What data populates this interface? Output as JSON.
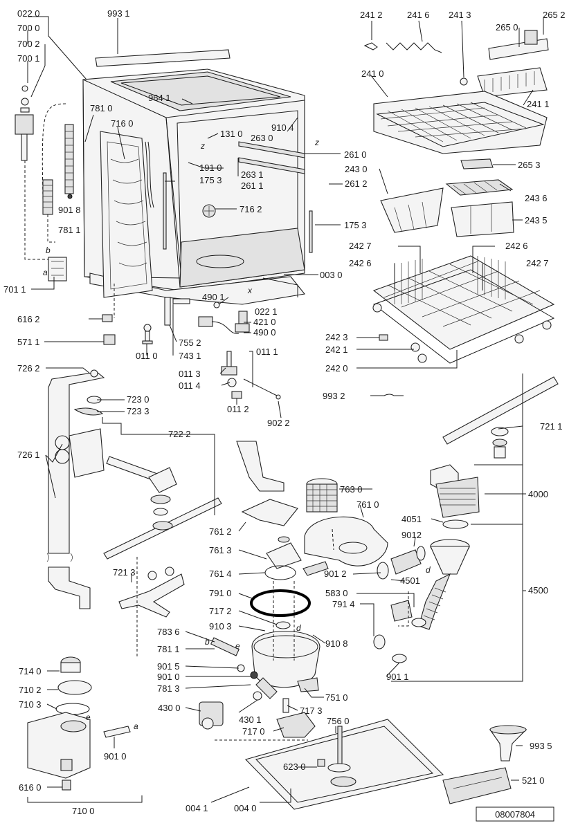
{
  "document_number": "08007804",
  "callouts": [
    {
      "id": "022-0",
      "text": "022 0"
    },
    {
      "id": "993-1",
      "text": "993 1"
    },
    {
      "id": "700-0",
      "text": "700 0"
    },
    {
      "id": "700-2",
      "text": "700 2"
    },
    {
      "id": "700-1",
      "text": "700 1"
    },
    {
      "id": "781-0",
      "text": "781 0"
    },
    {
      "id": "964-1",
      "text": "964 1"
    },
    {
      "id": "716-0",
      "text": "716 0"
    },
    {
      "id": "131-0",
      "text": "131 0"
    },
    {
      "id": "910-4",
      "text": "910 4"
    },
    {
      "id": "263-0",
      "text": "263 0"
    },
    {
      "id": "261-0",
      "text": "261 0"
    },
    {
      "id": "191-0",
      "text": "191 0"
    },
    {
      "id": "175-3a",
      "text": "175 3"
    },
    {
      "id": "263-1",
      "text": "263 1"
    },
    {
      "id": "261-1",
      "text": "261 1"
    },
    {
      "id": "261-2",
      "text": "261 2"
    },
    {
      "id": "901-8",
      "text": "901 8"
    },
    {
      "id": "781-1a",
      "text": "781 1"
    },
    {
      "id": "716-2",
      "text": "716 2"
    },
    {
      "id": "175-3b",
      "text": "175 3"
    },
    {
      "id": "701-1",
      "text": "701 1"
    },
    {
      "id": "003-0",
      "text": "003 0"
    },
    {
      "id": "490-1",
      "text": "490 1"
    },
    {
      "id": "022-1",
      "text": "022 1"
    },
    {
      "id": "421-0",
      "text": "421 0"
    },
    {
      "id": "490-0",
      "text": "490 0"
    },
    {
      "id": "616-2",
      "text": "616 2"
    },
    {
      "id": "571-1",
      "text": "571 1"
    },
    {
      "id": "755-2",
      "text": "755 2"
    },
    {
      "id": "743-1",
      "text": "743 1"
    },
    {
      "id": "011-0",
      "text": "011 0"
    },
    {
      "id": "011-1",
      "text": "011 1"
    },
    {
      "id": "011-3",
      "text": "011 3"
    },
    {
      "id": "011-4",
      "text": "011 4"
    },
    {
      "id": "011-2",
      "text": "011 2"
    },
    {
      "id": "902-2",
      "text": "902 2"
    },
    {
      "id": "241-2",
      "text": "241 2"
    },
    {
      "id": "241-6",
      "text": "241 6"
    },
    {
      "id": "241-3",
      "text": "241 3"
    },
    {
      "id": "265-2",
      "text": "265 2"
    },
    {
      "id": "265-0",
      "text": "265 0"
    },
    {
      "id": "241-0",
      "text": "241 0"
    },
    {
      "id": "241-1",
      "text": "241 1"
    },
    {
      "id": "265-3",
      "text": "265 3"
    },
    {
      "id": "243-0",
      "text": "243 0"
    },
    {
      "id": "243-6",
      "text": "243 6"
    },
    {
      "id": "243-5",
      "text": "243 5"
    },
    {
      "id": "242-7a",
      "text": "242 7"
    },
    {
      "id": "242-6a",
      "text": "242 6"
    },
    {
      "id": "242-6b",
      "text": "242 6"
    },
    {
      "id": "242-7b",
      "text": "242 7"
    },
    {
      "id": "242-3",
      "text": "242 3"
    },
    {
      "id": "242-1",
      "text": "242 1"
    },
    {
      "id": "242-0",
      "text": "242 0"
    },
    {
      "id": "993-2",
      "text": "993 2"
    },
    {
      "id": "726-2",
      "text": "726 2"
    },
    {
      "id": "723-0",
      "text": "723 0"
    },
    {
      "id": "723-3",
      "text": "723 3"
    },
    {
      "id": "722-2",
      "text": "722 2"
    },
    {
      "id": "726-1",
      "text": "726 1"
    },
    {
      "id": "721-1",
      "text": "721 1"
    },
    {
      "id": "4000",
      "text": "4000"
    },
    {
      "id": "763-0",
      "text": "763 0"
    },
    {
      "id": "761-0",
      "text": "761 0"
    },
    {
      "id": "4051",
      "text": "4051"
    },
    {
      "id": "9012",
      "text": "9012"
    },
    {
      "id": "761-2",
      "text": "761 2"
    },
    {
      "id": "761-3",
      "text": "761 3"
    },
    {
      "id": "761-4",
      "text": "761 4"
    },
    {
      "id": "901-2",
      "text": "901 2"
    },
    {
      "id": "4501",
      "text": "4501"
    },
    {
      "id": "721-3",
      "text": "721 3"
    },
    {
      "id": "791-0",
      "text": "791 0"
    },
    {
      "id": "583-0",
      "text": "583 0"
    },
    {
      "id": "4500",
      "text": "4500"
    },
    {
      "id": "717-2",
      "text": "717 2"
    },
    {
      "id": "791-4",
      "text": "791 4"
    },
    {
      "id": "783-6",
      "text": "783 6"
    },
    {
      "id": "910-3",
      "text": "910 3"
    },
    {
      "id": "910-8",
      "text": "910 8"
    },
    {
      "id": "781-1b",
      "text": "781 1"
    },
    {
      "id": "901-5",
      "text": "901 5"
    },
    {
      "id": "901-0a",
      "text": "901 0"
    },
    {
      "id": "781-3",
      "text": "781 3"
    },
    {
      "id": "901-1",
      "text": "901 1"
    },
    {
      "id": "714-0",
      "text": "714 0"
    },
    {
      "id": "710-2",
      "text": "710 2"
    },
    {
      "id": "751-0",
      "text": "751 0"
    },
    {
      "id": "710-3",
      "text": "710 3"
    },
    {
      "id": "430-0",
      "text": "430 0"
    },
    {
      "id": "430-1",
      "text": "430 1"
    },
    {
      "id": "717-3",
      "text": "717 3"
    },
    {
      "id": "756-0",
      "text": "756 0"
    },
    {
      "id": "717-0",
      "text": "717 0"
    },
    {
      "id": "901-0b",
      "text": "901 0"
    },
    {
      "id": "993-5",
      "text": "993 5"
    },
    {
      "id": "623-0",
      "text": "623 0"
    },
    {
      "id": "616-0",
      "text": "616 0"
    },
    {
      "id": "521-0",
      "text": "521 0"
    },
    {
      "id": "710-0",
      "text": "710 0"
    },
    {
      "id": "004-1",
      "text": "004 1"
    },
    {
      "id": "004-0",
      "text": "004 0"
    }
  ],
  "markers": [
    {
      "id": "b1",
      "text": "b"
    },
    {
      "id": "a1",
      "text": "a"
    },
    {
      "id": "z1",
      "text": "z"
    },
    {
      "id": "z2",
      "text": "z"
    },
    {
      "id": "x1",
      "text": "x"
    },
    {
      "id": "d1",
      "text": "d"
    },
    {
      "id": "d2",
      "text": "d"
    },
    {
      "id": "b2",
      "text": "b"
    },
    {
      "id": "e1",
      "text": "e"
    },
    {
      "id": "e2",
      "text": "e"
    },
    {
      "id": "a2",
      "text": "a"
    }
  ]
}
